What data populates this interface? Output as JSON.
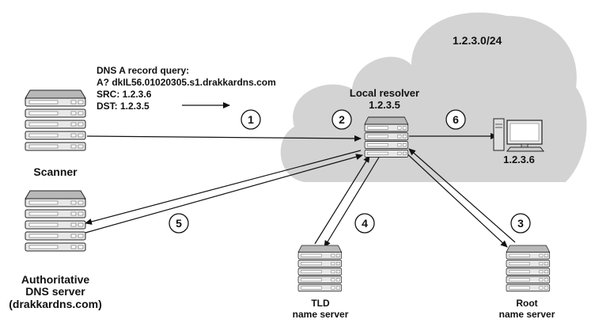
{
  "subnet_label": "1.2.3.0/24",
  "query": {
    "line1": "DNS A record query:",
    "line2": "A? dkIL56.01020305.s1.drakkardns.com",
    "line3": "SRC: 1.2.3.6",
    "line4": "DST: 1.2.3.5"
  },
  "nodes": {
    "scanner": {
      "name": "Scanner"
    },
    "local_resolver": {
      "name": "Local resolver",
      "ip": "1.2.3.5"
    },
    "client": {
      "ip": "1.2.3.6"
    },
    "authoritative": {
      "line1": "Authoritative",
      "line2": "DNS server",
      "line3": "(drakkardns.com)"
    },
    "tld": {
      "line1": "TLD",
      "line2": "name server"
    },
    "root": {
      "line1": "Root",
      "line2": "name server"
    }
  },
  "steps": [
    "1",
    "2",
    "3",
    "4",
    "5",
    "6"
  ],
  "colors": {
    "cloud": "#d3d3d3",
    "server_body": "#e8e8e8",
    "server_top": "#b8b8b8",
    "line": "#111111"
  },
  "icons": {
    "server": "server-rack-icon",
    "computer": "desktop-computer-icon"
  }
}
